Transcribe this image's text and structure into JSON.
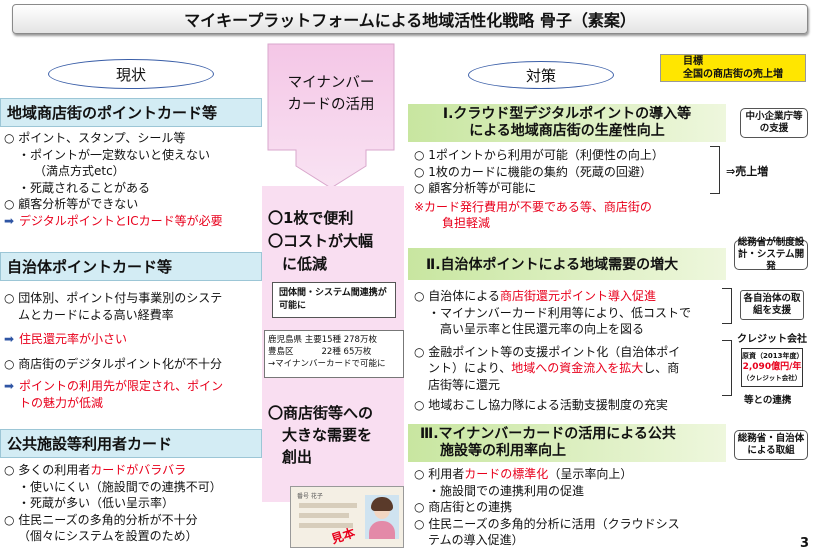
{
  "title": "マイキープラットフォームによる地域活性化戦略 骨子（素案）",
  "page_number": "3",
  "goal": {
    "label": "目標",
    "text": "全国の商店街の売上増"
  },
  "left": {
    "oval": "現状",
    "sections": [
      {
        "header": "地域商店街のポイントカード等",
        "lines": [
          {
            "t": "○ ポイント、スタンプ、シール等",
            "red": false
          },
          {
            "t": "・ポイントが一定数ないと使えない",
            "red": false
          },
          {
            "t": "（満点方式etc）",
            "red": false
          },
          {
            "t": "・死蔵されることがある",
            "red": false
          },
          {
            "t": "○ 顧客分析等ができない",
            "red": false
          },
          {
            "t": "デジタルポイントとICカード等が必要",
            "red": true
          }
        ]
      },
      {
        "header": "自治体ポイントカード等",
        "lines": [
          {
            "t": "○ 団体別、ポイント付与事業別のシステ",
            "red": false
          },
          {
            "t": "ムとカードによる高い経費率",
            "red": false
          },
          {
            "t": "住民還元率が小さい",
            "red": true
          },
          {
            "t": "○ 商店街のデジタルポイント化が不十分",
            "red": false
          },
          {
            "t": "ポイントの利用先が限定され、ポイン",
            "red": true
          },
          {
            "t": "トの魅力が低減",
            "red": true
          }
        ]
      },
      {
        "header": "公共施設等利用者カード",
        "lines": [
          {
            "t": "○ 多くの利用者カードがバラバラ",
            "red": false
          },
          {
            "t": "・使いにくい（施設間での連携不可）",
            "red": false
          },
          {
            "t": "・死蔵が多い（低い呈示率）",
            "red": false
          },
          {
            "t": "○ 住民ニーズの多角的分析が不十分",
            "red": false
          },
          {
            "t": "（個々にシステムを設置のため）",
            "red": false
          }
        ]
      }
    ]
  },
  "middle": {
    "top_line1": "マイナンバー",
    "top_line2": "カードの活用",
    "point1": "〇1枚で便利",
    "point2a": "〇コストが大幅",
    "point2b": "に低減",
    "box_line1": "団体間・システム間連携が",
    "box_line2": "可能に",
    "stats": [
      {
        "place": "鹿児島県 主要15種",
        "value": "278万枚"
      },
      {
        "place": "豊島区",
        "count": "22種",
        "value": "65万枚"
      }
    ],
    "stats_arrow": "→マイナンバーカードで可能に",
    "point3a": "〇商店街等への",
    "point3b": "大きな需要を",
    "point3c": "創出",
    "card_name": "番号 花子",
    "card_sample": "見本"
  },
  "right": {
    "oval": "対策",
    "s1": {
      "header1": "Ⅰ.クラウド型デジタルポイントの導入等",
      "header2": "による地域商店街の生産性向上",
      "tag": "中小企業庁等の支援",
      "lines": [
        "○ 1ポイントから利用が可能（利便性の向上）",
        "○ 1枚のカードに機能の集約（死蔵の回避）",
        "○ 顧客分析等が可能に"
      ],
      "arrow_text": "⇒売上増",
      "note1": "※カード発行費用が不要である等、商店街の",
      "note2": "負担軽減"
    },
    "s2": {
      "tag_top": "総務省が制度設計・システム開発",
      "header": "Ⅱ.自治体ポイントによる地域需要の増大",
      "line1a": "○ 自治体による",
      "line1b": "商店街還元ポイント導入促進",
      "line2": "・マイナンバーカード利用等により、低コストで",
      "line3": "高い呈示率と住民還元率の向上を図る",
      "line4": "○ 金融ポイント等の支援ポイント化（自治体ポイ",
      "line5a": "ント）により、",
      "line5b": "地域への資金流入を拡大",
      "line5c": "し、商",
      "line6": "店街等に還元",
      "line7": "○ 地域おこし協力隊による活動支援制度の充実",
      "tag_mid": "各自治体の取組を支援",
      "credit": {
        "title": "クレジット会社",
        "sub1": "原資（2013年度）",
        "sub2": "2,090億円/年",
        "sub3": "（クレジット会社）",
        "bottom": "等との連携"
      }
    },
    "s3": {
      "header1": "Ⅲ.マイナンバーカードの活用による公共",
      "header2": "施設等の利用率向上",
      "tag": "総務省・自治体による取組",
      "line1a": "○ 利用者",
      "line1b": "カードの標準化",
      "line1c": "（呈示率向上）",
      "line2": "・施設間での連携利用の促進",
      "line3": "○ 商店街との連携",
      "line4": "○ 住民ニーズの多角的分析に活用（クラウドシス",
      "line5": "テムの導入促進）"
    }
  },
  "colors": {
    "accent_red": "#e8001c",
    "header_blue": "#d3ecf4",
    "green": "#c8e6a0",
    "pink": "#f7d9ef",
    "goal_yellow": "#ffe600"
  }
}
